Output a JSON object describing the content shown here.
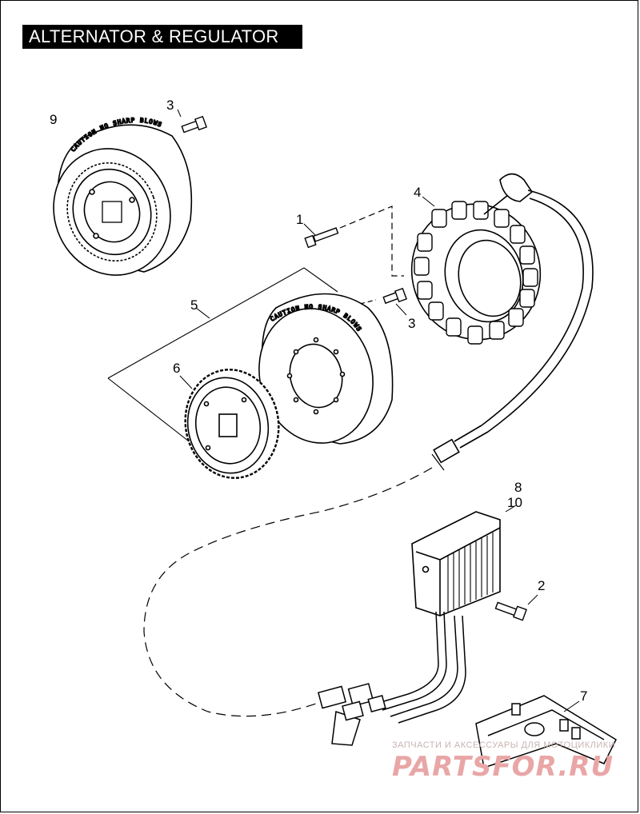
{
  "title": "ALTERNATOR & REGULATOR",
  "callouts": {
    "c1": "1",
    "c2": "2",
    "c3a": "3",
    "c3b": "3",
    "c4": "4",
    "c5": "5",
    "c6": "6",
    "c7": "7",
    "c8": "8",
    "c9": "9",
    "c10": "10"
  },
  "rotor_stamp_upper": "CAUTION NO SHARP BLOWS",
  "rotor_stamp_lower": "CAUTION NO SHARP BLOWS",
  "watermark": {
    "small": "ЗАПЧАСТИ И АКСЕССУАРЫ ДЛЯ МОТОЦИКЛИКИ",
    "large": "PARTSFOR.RU"
  }
}
